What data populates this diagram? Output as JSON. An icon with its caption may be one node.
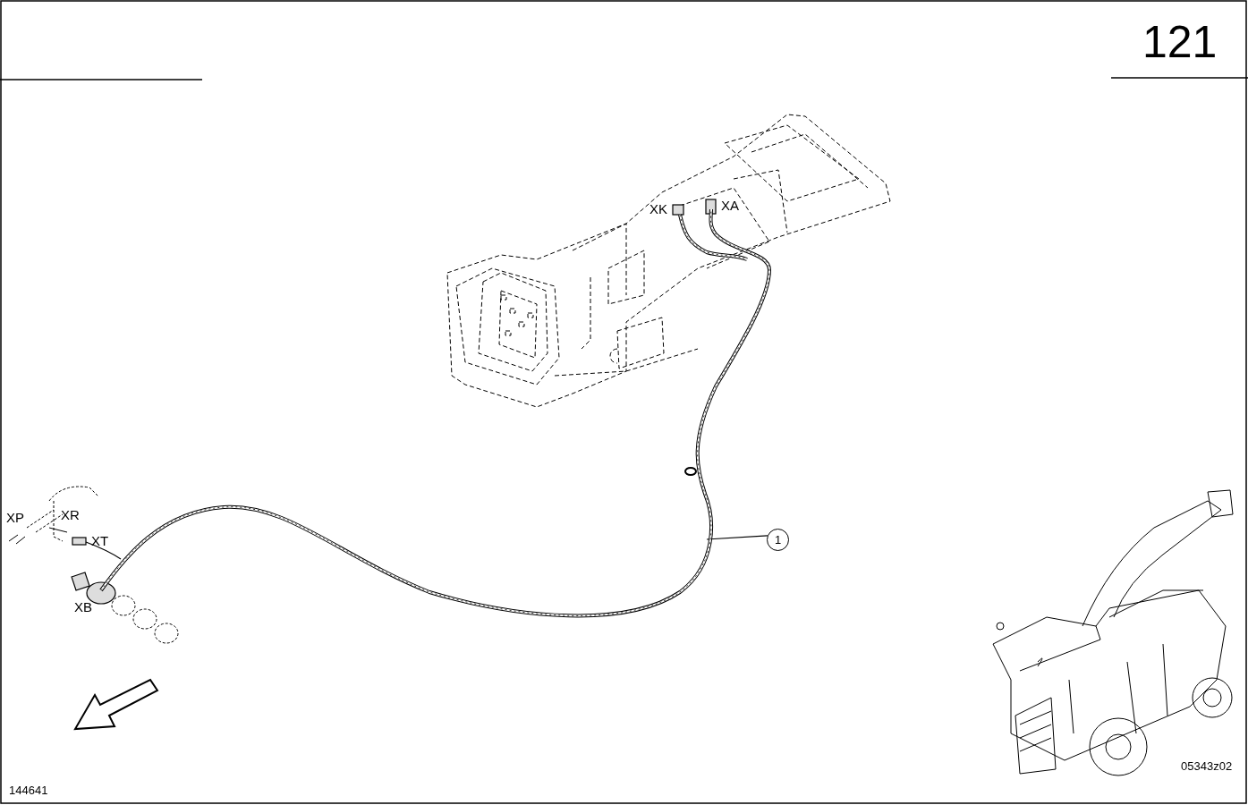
{
  "diagram": {
    "nodes": [
      {
        "text": [
          "1"
        ]
      },
      {
        "text": [],
        "shape": "picture"
      }
    ],
    "edges": [
      {
        "from": 0,
        "to": 1,
        "arrow": "none"
      }
    ],
    "labels": [
      "121",
      "XK",
      "XA",
      "XP",
      "XR",
      "XT",
      "XB",
      "05343z02",
      "144641"
    ]
  }
}
